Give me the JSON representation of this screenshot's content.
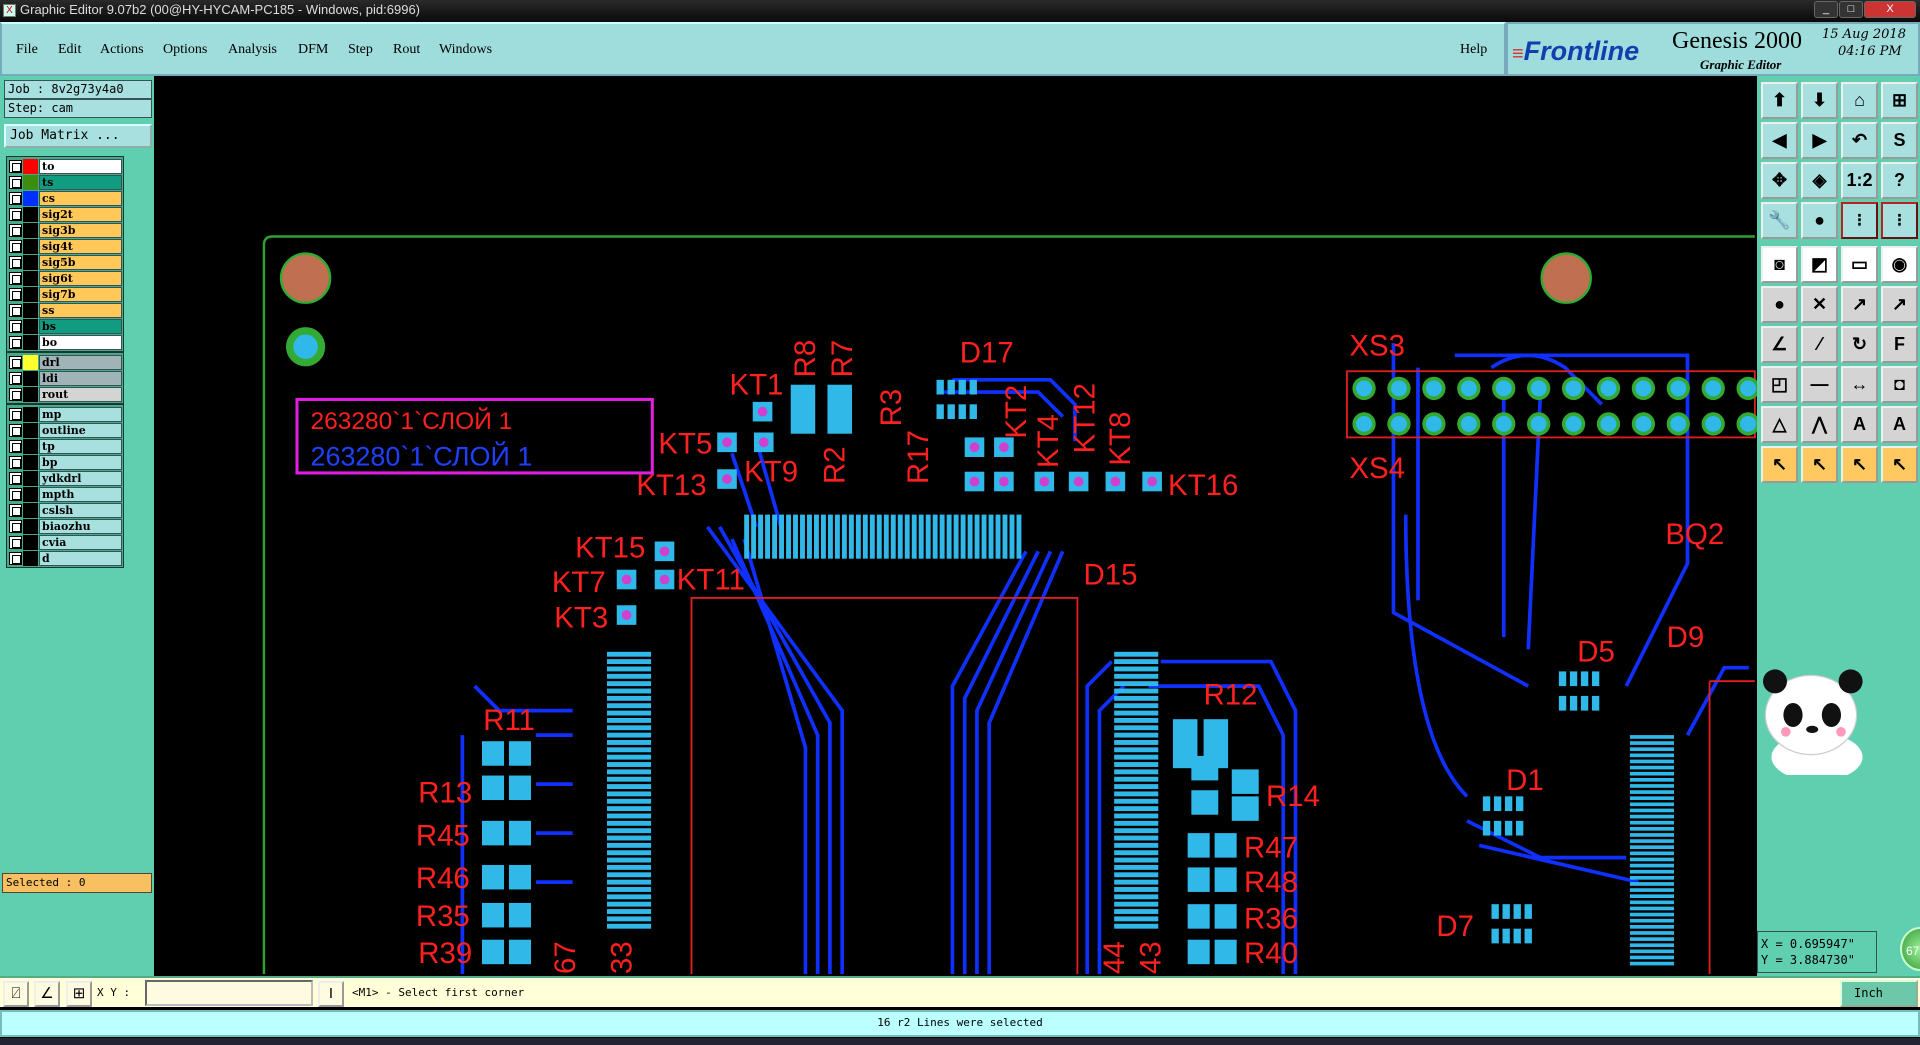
{
  "window": {
    "title": "Graphic Editor 9.07b2 (00@HY-HYCAM-PC185 - Windows, pid:6996)",
    "min": "_",
    "max": "□",
    "close": "X"
  },
  "menu": {
    "items": [
      "File",
      "Edit",
      "Actions",
      "Options",
      "Analysis",
      "DFM",
      "Step",
      "Rout",
      "Windows"
    ],
    "help": "Help"
  },
  "brand": {
    "logo": "Frontline",
    "product": "Genesis 2000",
    "subtitle": "Graphic Editor",
    "date": "15 Aug 2018",
    "time": "04:16 PM"
  },
  "job": {
    "job": "Job : 8v2g73y4a0",
    "step": "Step: cam",
    "matrix_button": "Job Matrix ..."
  },
  "layers": {
    "board": [
      {
        "name": "to",
        "color": "#ffffff",
        "swatch": "#ff0000"
      },
      {
        "name": "ts",
        "color": "#109c80",
        "swatch": "#3c8c10"
      },
      {
        "name": "cs",
        "color": "#ffc858",
        "swatch": "#0030ff"
      },
      {
        "name": "sig2t",
        "color": "#ffc858"
      },
      {
        "name": "sig3b",
        "color": "#ffc858"
      },
      {
        "name": "sig4t",
        "color": "#ffc858"
      },
      {
        "name": "sig5b",
        "color": "#ffc858"
      },
      {
        "name": "sig6t",
        "color": "#ffc858"
      },
      {
        "name": "sig7b",
        "color": "#ffc858"
      },
      {
        "name": "ss",
        "color": "#ffc858"
      },
      {
        "name": "bs",
        "color": "#109c80"
      },
      {
        "name": "bo",
        "color": "#ffffff"
      }
    ],
    "drill": [
      {
        "name": "drl",
        "color": "#a0b4b8",
        "swatch": "#ffff30"
      },
      {
        "name": "ldi",
        "color": "#a0b4b8"
      },
      {
        "name": "rout",
        "color": "#d4d4d4"
      }
    ],
    "misc": [
      {
        "name": "mp"
      },
      {
        "name": "outline"
      },
      {
        "name": "tp"
      },
      {
        "name": "bp"
      },
      {
        "name": "ydkdrl"
      },
      {
        "name": "mpth"
      },
      {
        "name": "cslsh"
      },
      {
        "name": "biaozhu"
      },
      {
        "name": "cvia"
      },
      {
        "name": "d"
      }
    ],
    "misc_color": "#a8e0e0"
  },
  "selected": "Selected : 0",
  "pcb": {
    "annotation": "263280`1`СЛОЙ 1",
    "labels": [
      "KT1",
      "R8",
      "R7",
      "D17",
      "KT5",
      "KT9",
      "KT13",
      "R3",
      "R2",
      "R17",
      "KT2",
      "KT4",
      "KT12",
      "KT8",
      "KT16",
      "KT15",
      "KT7",
      "KT11",
      "KT3",
      "D15",
      "R11",
      "R13",
      "R45",
      "R46",
      "R35",
      "R39",
      "67",
      "33",
      "44",
      "43",
      "R12",
      "R14",
      "R47",
      "R48",
      "R36",
      "R40",
      "XS3",
      "XS4",
      "BQ2",
      "D5",
      "D9",
      "D1",
      "D7"
    ],
    "colors": {
      "trace": "#1030ff",
      "pad": "#30b8e8",
      "label": "#ff2020",
      "outline": "#30a030",
      "annotation": "#e020e0"
    }
  },
  "coords": {
    "x": "X = 0.695947\"",
    "y": "Y = 3.884730\"",
    "badge": "67"
  },
  "command": {
    "xy_label": "X Y :",
    "xy_value": "",
    "prompt": "<M1> - Select first corner",
    "units": "Inch"
  },
  "status": "16 r2 Lines were selected"
}
